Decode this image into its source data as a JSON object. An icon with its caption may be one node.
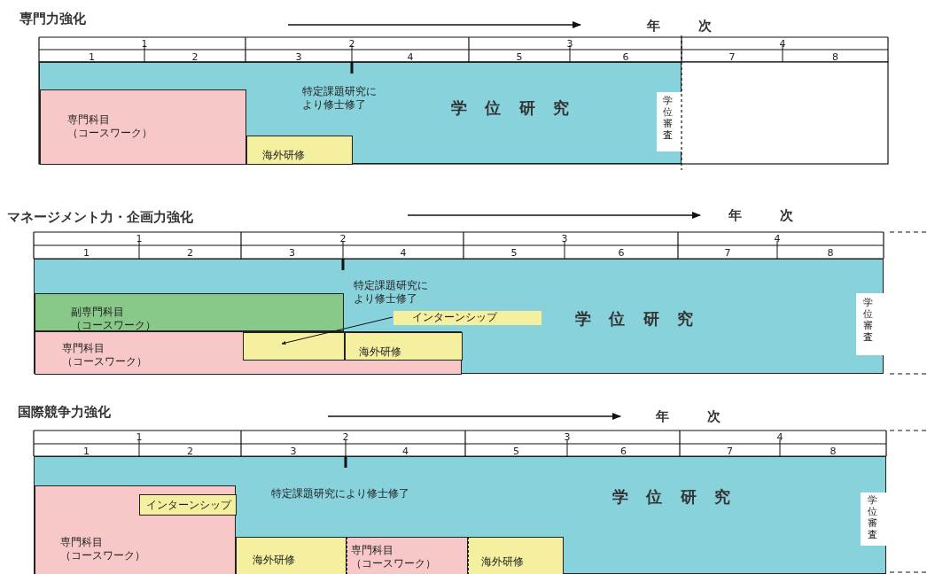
{
  "diagram": {
    "nodes": [
      {
        "text": [
          "特定課題研究により修士修了",
          "学 位 研 究"
        ]
      },
      {
        "text": [
          "専門科目（コースワーク）"
        ],
        "in": 0
      },
      {
        "text": [
          "海外研修"
        ],
        "in": 0
      },
      {
        "text": [
          "学位審査"
        ],
        "in": 0
      },
      {
        "text": [
          "特定課題研究により修士修了",
          "学 位 研 究"
        ]
      },
      {
        "text": [
          "副専門科目（コースワーク）"
        ],
        "in": 4
      },
      {
        "text": [
          "専門科目（コースワーク）"
        ],
        "in": 4
      },
      {
        "text": [],
        "shape": "box",
        "in": 6
      },
      {
        "text": [
          "海外研修"
        ],
        "in": 6
      },
      {
        "text": [
          "インターンシップ"
        ],
        "in": 4
      },
      {
        "text": [
          "学位審査"
        ],
        "in": 4
      },
      {
        "text": [
          "特定課題研究により修士修了",
          "学 位 研 究"
        ]
      },
      {
        "text": [
          "専門科目（コースワーク）"
        ],
        "in": 11
      },
      {
        "text": [
          "インターンシップ"
        ],
        "in": 12
      },
      {
        "text": [
          "海外研修"
        ],
        "in": 11
      },
      {
        "text": [
          "専門科目（コースワーク）"
        ],
        "in": 11
      },
      {
        "text": [
          "海外研修"
        ],
        "in": 11
      },
      {
        "text": [
          "学位審査"
        ],
        "in": 11
      }
    ],
    "edges": [
      {
        "from": 9,
        "to": 7,
        "arrow": "to"
      }
    ],
    "labels": [
      "専門力強化",
      "年 次",
      "1",
      "2",
      "3",
      "4",
      "1",
      "2",
      "3",
      "4",
      "5",
      "6",
      "7",
      "8",
      "マネージメント力・企画力強化",
      "年 次",
      "1",
      "2",
      "3",
      "4",
      "1",
      "2",
      "3",
      "4",
      "5",
      "6",
      "7",
      "8",
      "国際競争力強化",
      "年 次",
      "1",
      "2",
      "3",
      "4",
      "1",
      "2",
      "3",
      "4",
      "5",
      "6",
      "7",
      "8"
    ]
  }
}
